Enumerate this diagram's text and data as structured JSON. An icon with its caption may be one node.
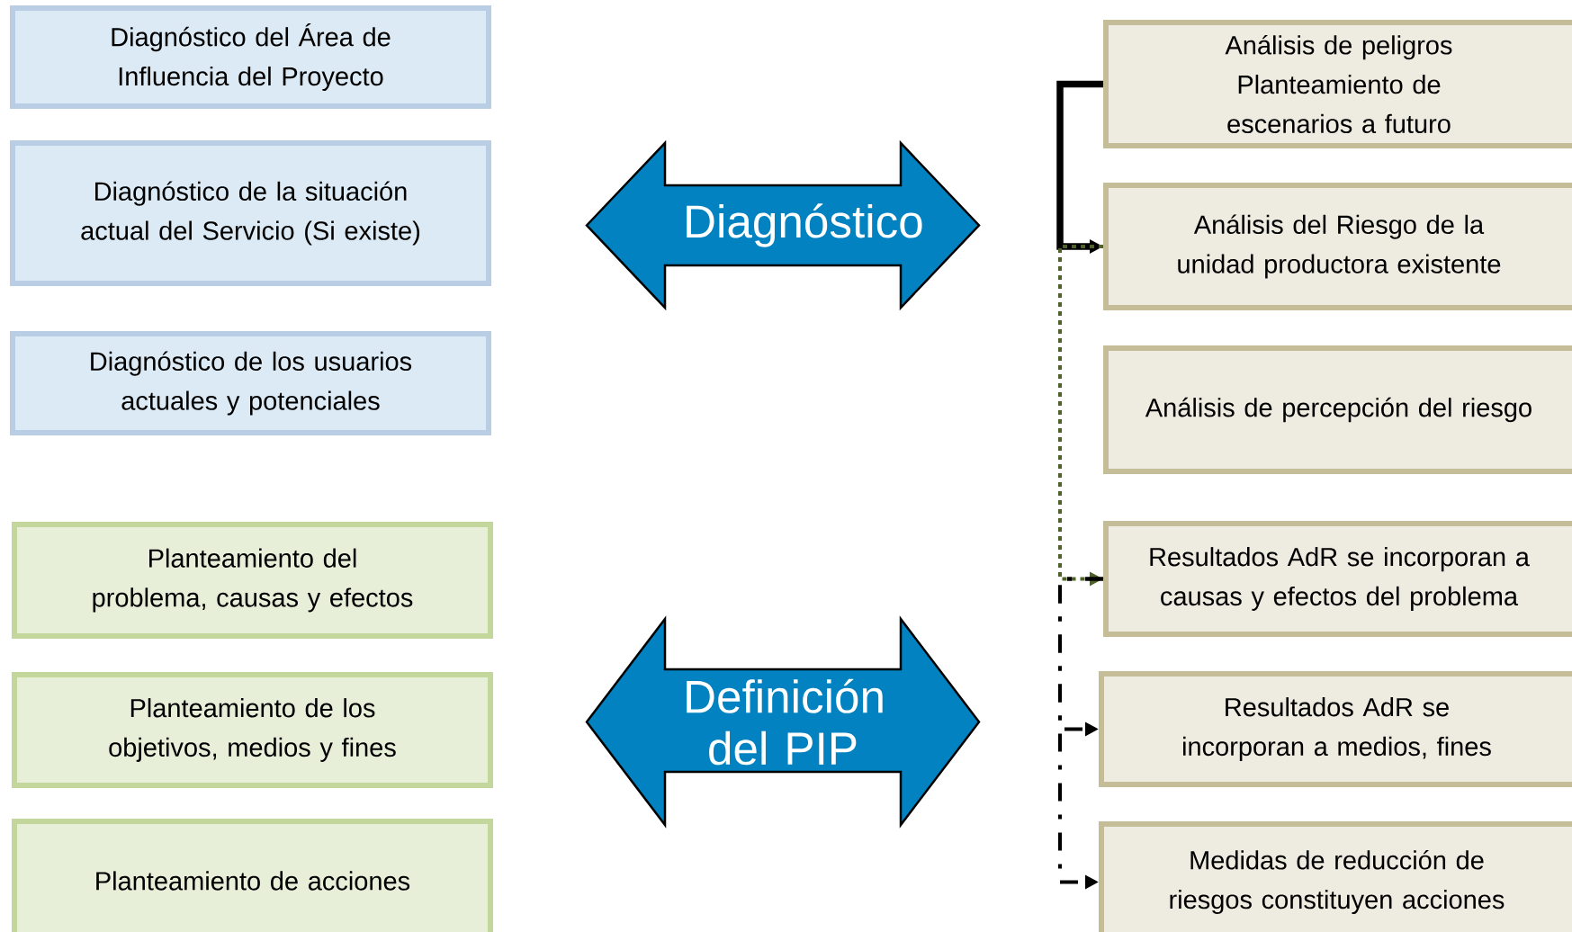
{
  "diagram": {
    "nodes": [
      {
        "text": [
          "Diagnóstico del Área de Influencia del Proyecto"
        ]
      },
      {
        "text": [
          "Diagnóstico de la situación actual del Servicio (Si existe)"
        ]
      },
      {
        "text": [
          "Diagnóstico de los usuarios actuales y potenciales"
        ]
      },
      {
        "text": [
          "Planteamiento del problema, causas y efectos"
        ]
      },
      {
        "text": [
          "Planteamiento de los objetivos, medios y fines"
        ]
      },
      {
        "text": [
          "Planteamiento de acciones"
        ]
      },
      {
        "text": [
          "Diagnóstico"
        ]
      },
      {
        "text": [
          "Definición del PIP"
        ]
      },
      {
        "text": [
          "Análisis de peligros",
          "Planteamiento de escenarios a futuro"
        ]
      },
      {
        "text": [
          "Análisis del Riesgo de la unidad productora existente"
        ]
      },
      {
        "text": [
          "Análisis de percepción del riesgo"
        ]
      },
      {
        "text": [
          "Resultados AdR se incorporan a causas y efectos del problema"
        ]
      },
      {
        "text": [
          "Resultados AdR se incorporan a medios, fines"
        ]
      },
      {
        "text": [
          "Medidas de reducción de riesgos constituyen acciones"
        ]
      }
    ],
    "edges": [
      {
        "from": 8,
        "to": 9,
        "arrow": "to",
        "style": "thick"
      },
      {
        "from": 9,
        "to": 11,
        "arrow": "to",
        "style": "dashed",
        "color": "#4f6228"
      },
      {
        "from": 11,
        "to": 12,
        "arrow": "to",
        "style": "dashed"
      },
      {
        "from": 11,
        "to": 13,
        "arrow": "to",
        "style": "dashed"
      }
    ]
  }
}
